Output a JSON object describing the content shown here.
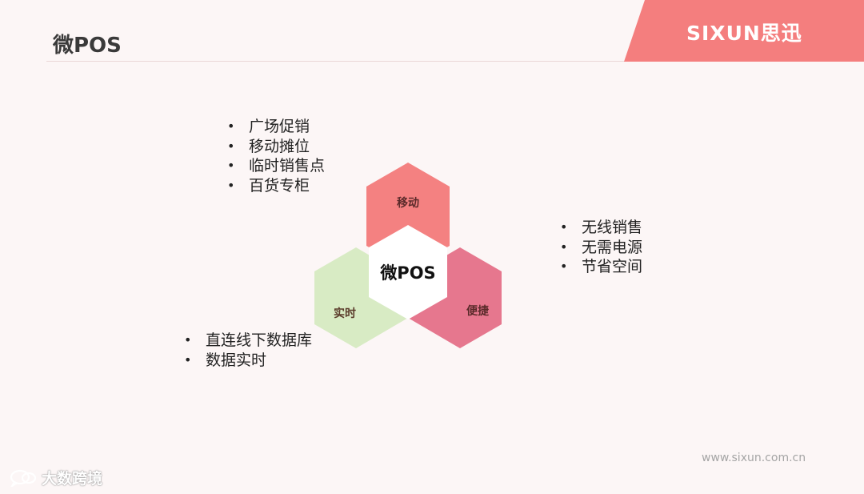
{
  "slide": {
    "title": "微POS",
    "brand": "SIXUN思迅",
    "website": "www.sixun.com.cn"
  },
  "diagram": {
    "center": "微POS",
    "top_label": "移动",
    "left_label": "实时",
    "right_label": "便捷",
    "colors": {
      "top": "#f48181",
      "left": "#d8ebc4",
      "right": "#e6778e",
      "center": "#ffffff",
      "top_text": "#5a2a2a",
      "left_text": "#5a3a2a",
      "right_text": "#5a2a2a"
    }
  },
  "bullets": {
    "top": [
      "广场促销",
      "移动摊位",
      "临时销售点",
      "百货专柜"
    ],
    "right": [
      "无线销售",
      "无需电源",
      "节省空间"
    ],
    "bottom": [
      "直连线下数据库",
      "数据实时"
    ]
  },
  "watermark": {
    "text": "大数跨境",
    "icon": "speech-bubble-icon"
  }
}
